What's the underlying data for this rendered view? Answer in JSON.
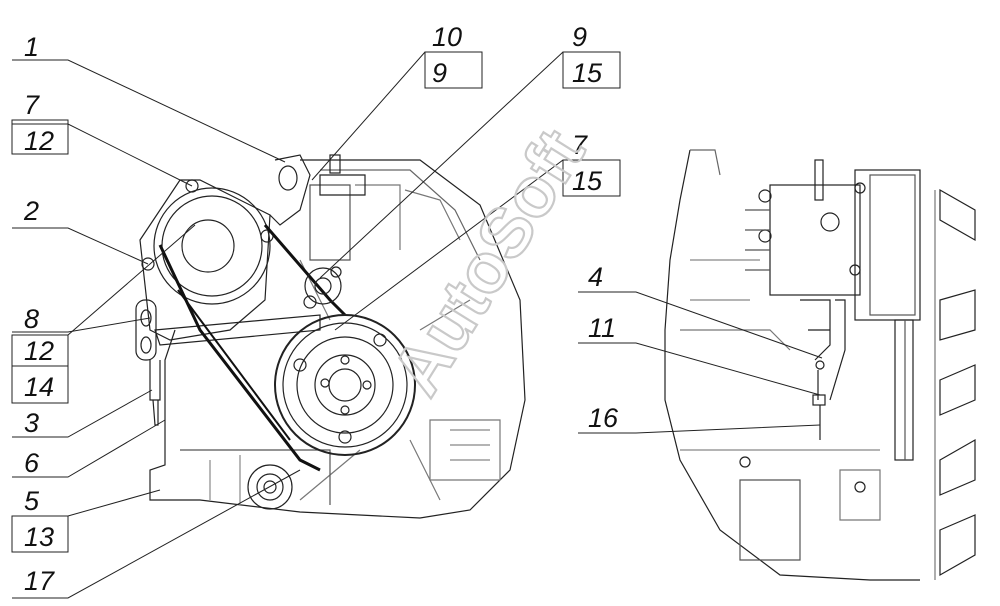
{
  "callouts": {
    "c1": "1",
    "c7a": "7",
    "c12a": "12",
    "c2": "2",
    "c8": "8",
    "c12b": "12",
    "c14": "14",
    "c3": "3",
    "c6": "6",
    "c5": "5",
    "c13": "13",
    "c17": "17",
    "c10": "10",
    "c9a": "9",
    "c9b": "9",
    "c15a": "15",
    "c7b": "7",
    "c15b": "15",
    "c4": "4",
    "c11": "11",
    "c16": "16"
  },
  "watermark": "AutoSoft"
}
